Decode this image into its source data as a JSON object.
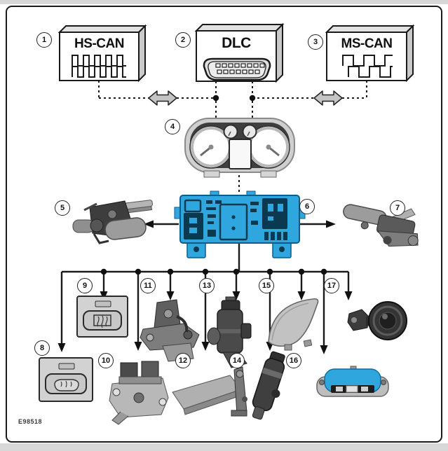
{
  "figure": {
    "code": "E98518"
  },
  "colors": {
    "accent_blue": "#2fa6de",
    "accent_blue_dark": "#0b3950",
    "line_black": "#1a1a1a",
    "arrow_gray": "#c4c4c4",
    "panel_gray": "#d2d2d2"
  },
  "modules": {
    "hs_can": "HS-CAN",
    "dlc": "DLC",
    "ms_can": "MS-CAN"
  },
  "callouts": [
    "1",
    "2",
    "3",
    "4",
    "5",
    "6",
    "7",
    "8",
    "9",
    "10",
    "11",
    "12",
    "13",
    "14",
    "15",
    "16",
    "17"
  ]
}
